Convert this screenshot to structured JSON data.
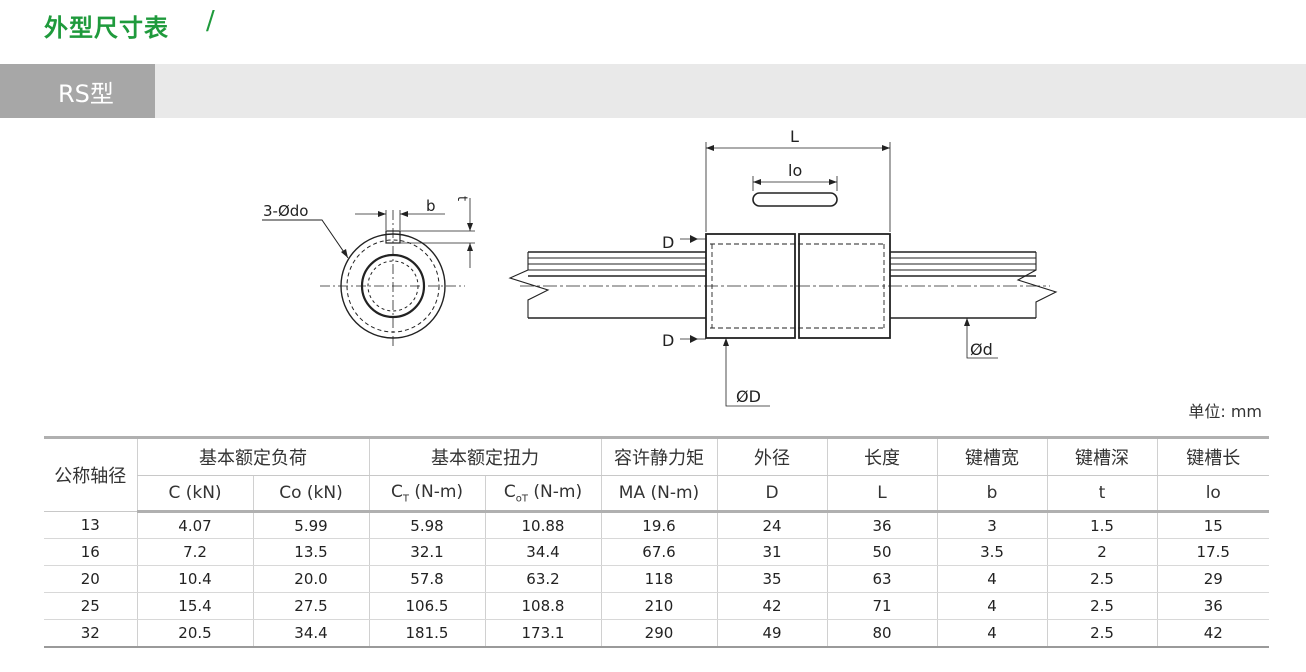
{
  "title": "外型尺寸表",
  "title_slash": "/",
  "section": "RS型",
  "unit": "单位: mm",
  "drawing": {
    "left_label_hole": "3-Ødo",
    "left_label_b": "b",
    "left_label_t": "t",
    "right_label_L": "L",
    "right_label_lo": "lo",
    "right_label_D_top": "D",
    "right_label_D_bottom": "D",
    "right_label_d": "Ød",
    "right_label_OD": "ØD"
  },
  "table": {
    "rowhead": "公称轴径",
    "groups": [
      "基本额定负荷",
      "基本额定扭力",
      "容许静力矩",
      "外径",
      "长度",
      "键槽宽",
      "键槽深",
      "键槽长"
    ],
    "sub": {
      "c": "C (kN)",
      "co": "Co (kN)",
      "ct_pre": "C",
      "ct_sub": "T",
      "ct_post": " (N-m)",
      "cot_pre": "C",
      "cot_sub": "oT",
      "cot_post": " (N-m)",
      "ma": "MA (N-m)",
      "d": "D",
      "l": "L",
      "b": "b",
      "t": "t",
      "lo": "lo"
    },
    "rows": [
      [
        "13",
        "4.07",
        "5.99",
        "5.98",
        "10.88",
        "19.6",
        "24",
        "36",
        "3",
        "1.5",
        "15"
      ],
      [
        "16",
        "7.2",
        "13.5",
        "32.1",
        "34.4",
        "67.6",
        "31",
        "50",
        "3.5",
        "2",
        "17.5"
      ],
      [
        "20",
        "10.4",
        "20.0",
        "57.8",
        "63.2",
        "118",
        "35",
        "63",
        "4",
        "2.5",
        "29"
      ],
      [
        "25",
        "15.4",
        "27.5",
        "106.5",
        "108.8",
        "210",
        "42",
        "71",
        "4",
        "2.5",
        "36"
      ],
      [
        "32",
        "20.5",
        "34.4",
        "181.5",
        "173.1",
        "290",
        "49",
        "80",
        "4",
        "2.5",
        "42"
      ]
    ]
  }
}
